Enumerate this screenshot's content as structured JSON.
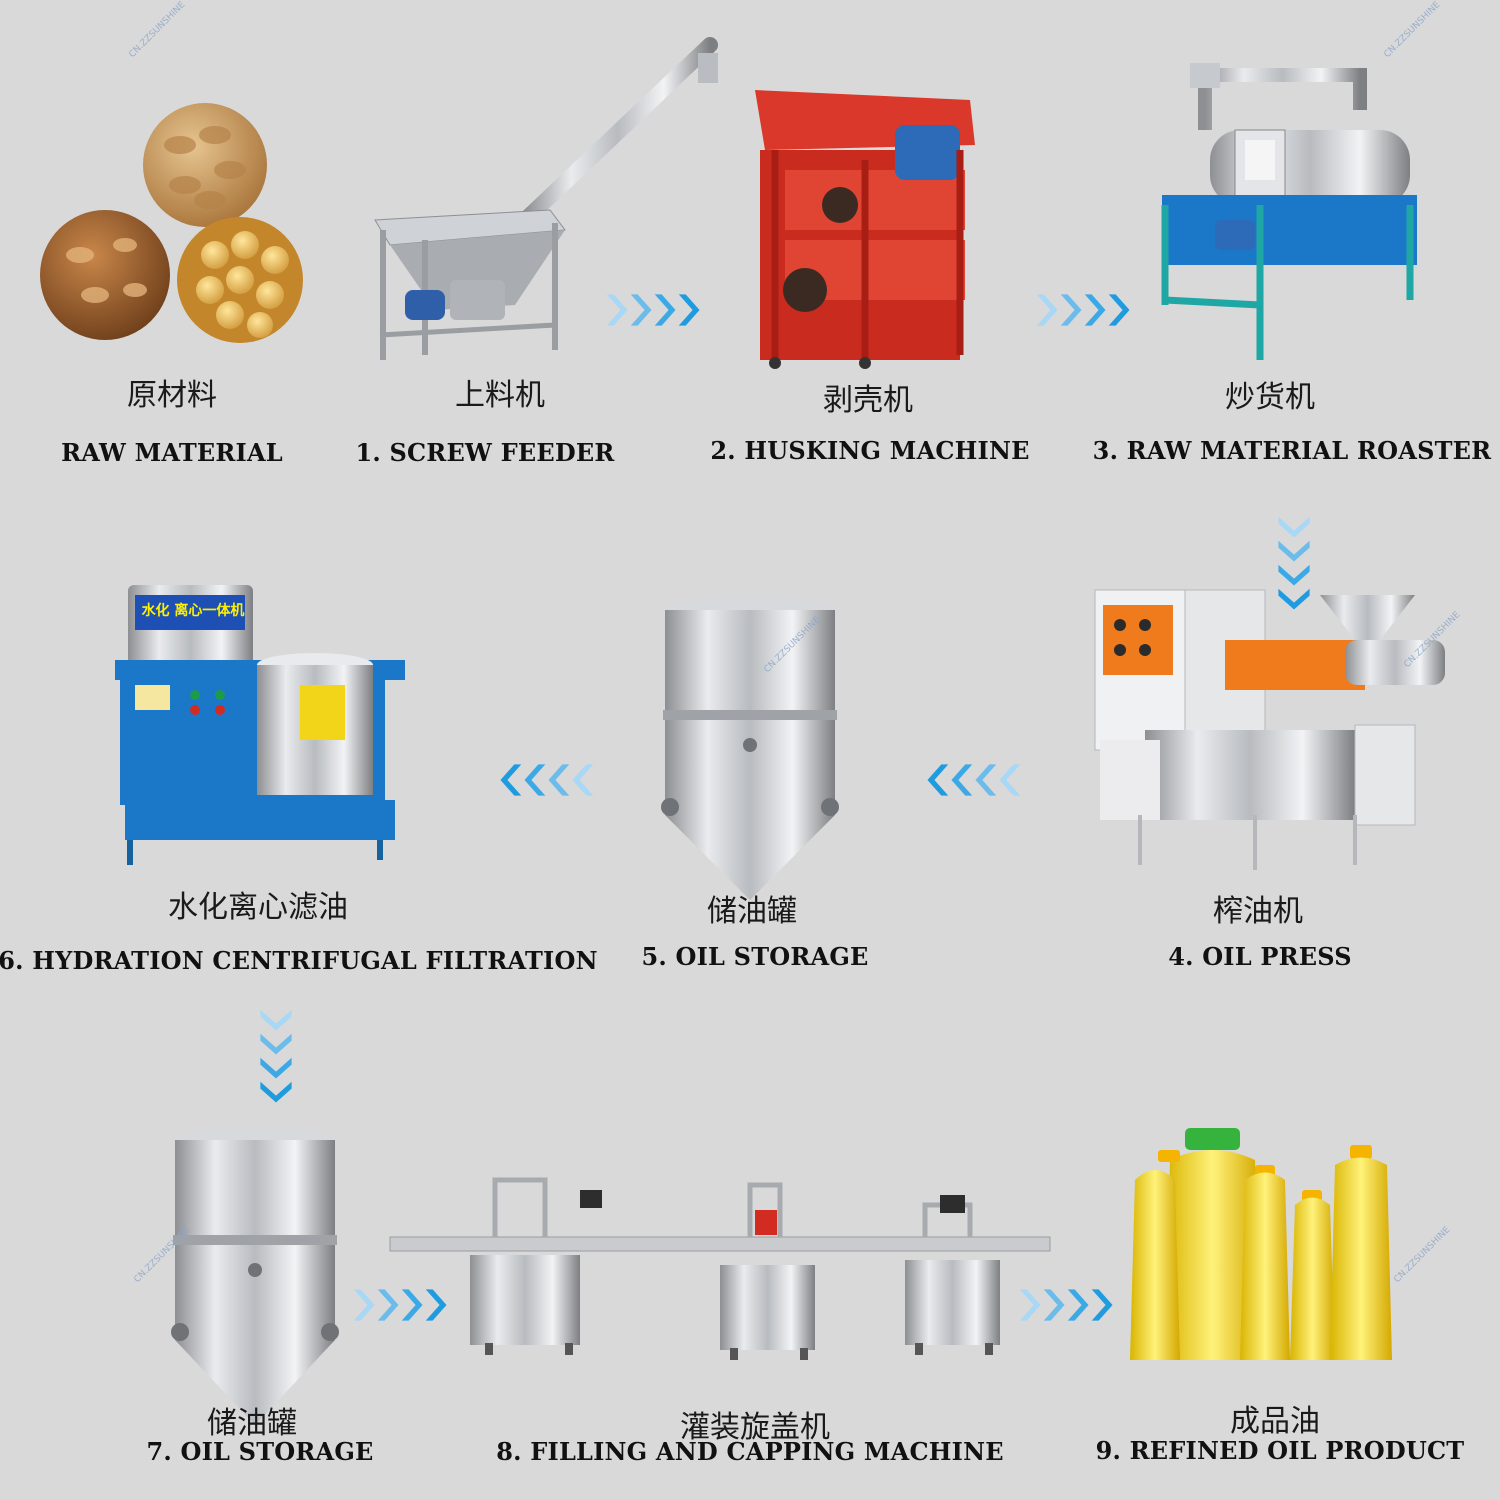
{
  "watermark": "CN.ZZSUNSHINE",
  "colors": {
    "arrow": "#1f9be0",
    "arrow_light": "#a8d8f5",
    "background": "#d9d9d9"
  },
  "steps": [
    {
      "zh": "原材料",
      "en": "RAW MATERIAL"
    },
    {
      "zh": "上料机",
      "en": "1. SCREW FEEDER"
    },
    {
      "zh": "剥壳机",
      "en": "2. HUSKING MACHINE"
    },
    {
      "zh": "炒货机",
      "en": "3. RAW MATERIAL ROASTER"
    },
    {
      "zh": "榨油机",
      "en": "4. OIL PRESS"
    },
    {
      "zh": "储油罐",
      "en": "5. OIL STORAGE"
    },
    {
      "zh": "水化离心滤油",
      "en": "6. HYDRATION CENTRIFUGAL FILTRATION"
    },
    {
      "zh": "储油罐",
      "en": "7. OIL STORAGE"
    },
    {
      "zh": "灌装旋盖机",
      "en": "8. FILLING AND CAPPING MACHINE"
    },
    {
      "zh": "成品油",
      "en": "9. REFINED OIL PRODUCT"
    }
  ],
  "machine_panel_text": "水化 离心一体机"
}
